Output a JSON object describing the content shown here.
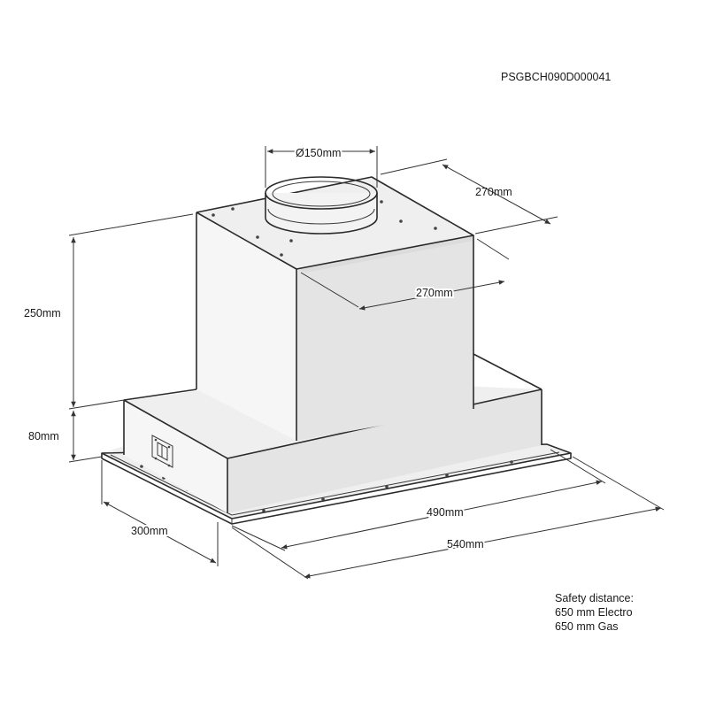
{
  "model_code": "PSGBCH090D000041",
  "dimensions": {
    "duct_diameter": "Ø150mm",
    "top_depth": "270mm",
    "top_width": "270mm",
    "motor_height": "250mm",
    "canopy_height": "80mm",
    "depth": "300mm",
    "inner_width": "490mm",
    "outer_width": "540mm"
  },
  "safety": {
    "title": "Safety distance:",
    "electro": "650 mm Electro",
    "gas": "650 mm Gas"
  }
}
